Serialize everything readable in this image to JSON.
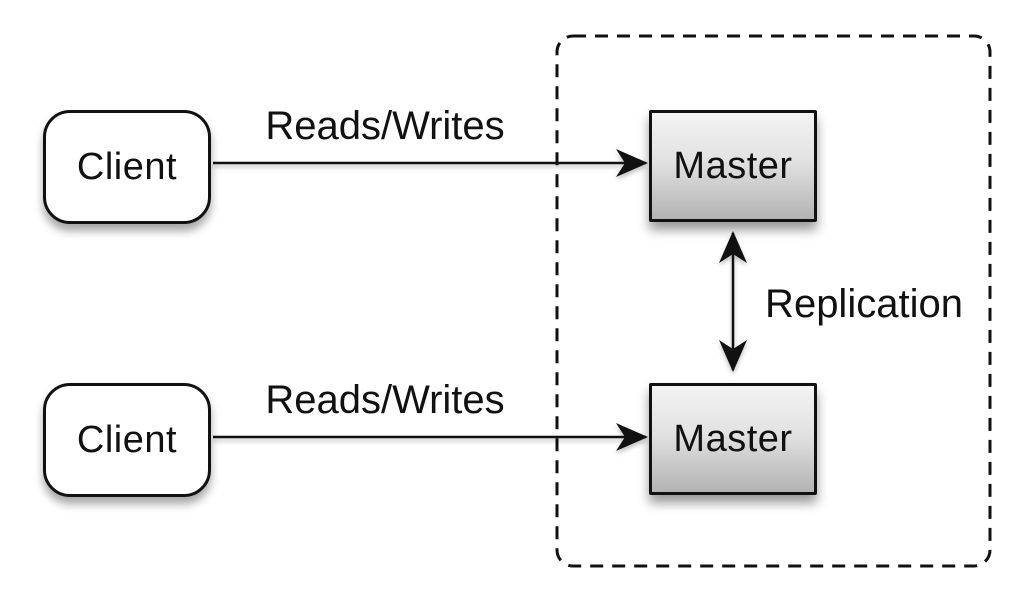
{
  "diagram": {
    "type": "architecture-diagram",
    "background_color": "#ffffff",
    "line_color": "#111111",
    "text_color": "#111111",
    "cluster": {
      "name": "master-group-boundary",
      "border_style": "dashed",
      "contains": [
        "master-top",
        "master-bottom"
      ]
    },
    "nodes": [
      {
        "id": "client-top",
        "label": "Client",
        "shape": "rounded-rectangle",
        "fill": "#ffffff"
      },
      {
        "id": "client-bottom",
        "label": "Client",
        "shape": "rounded-rectangle",
        "fill": "#ffffff"
      },
      {
        "id": "master-top",
        "label": "Master",
        "shape": "rectangle",
        "fill_gradient_top": "#f3f3f3",
        "fill_gradient_bottom": "#b3b3b3"
      },
      {
        "id": "master-bottom",
        "label": "Master",
        "shape": "rectangle",
        "fill_gradient_top": "#f3f3f3",
        "fill_gradient_bottom": "#b3b3b3"
      }
    ],
    "edges": [
      {
        "from": "client-top",
        "to": "master-top",
        "label": "Reads/Writes",
        "arrow": "single-headed-right"
      },
      {
        "from": "client-bottom",
        "to": "master-bottom",
        "label": "Reads/Writes",
        "arrow": "single-headed-right"
      },
      {
        "from": "master-top",
        "to": "master-bottom",
        "label": "Replication",
        "arrow": "double-headed-vertical"
      }
    ]
  }
}
